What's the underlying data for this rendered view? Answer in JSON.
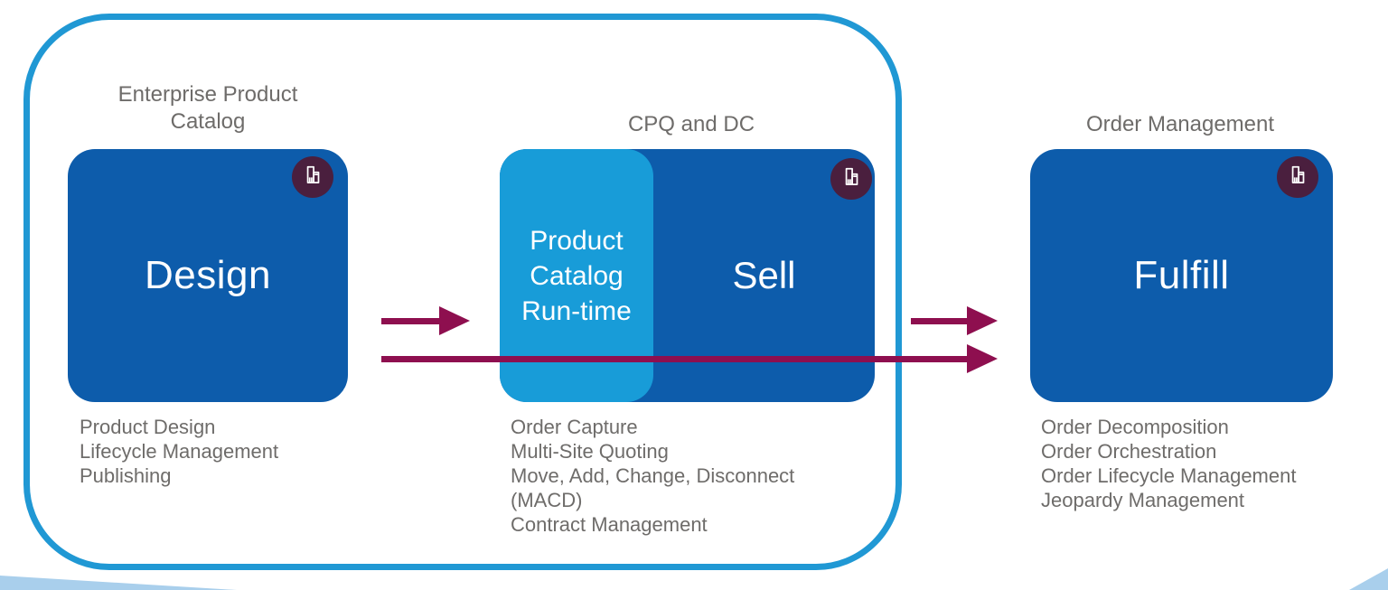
{
  "palette": {
    "dark_blue": "#0D5CAB",
    "light_blue": "#189CD8",
    "border_blue": "#2098D4",
    "maroon": "#8E0F4F",
    "badge_plum": "#4A1F3E",
    "gray_text": "#6E6C6A",
    "swoosh_blue": "#A9CFEC",
    "box_text": "#FFFFFF"
  },
  "columns": [
    {
      "label": "Enterprise Product Catalog",
      "box": {
        "title": "Design"
      },
      "items": [
        "Product Design",
        "Lifecycle Management",
        "Publishing"
      ]
    },
    {
      "label": "CPQ and DC",
      "box": {
        "left_title": "Product Catalog Run-time",
        "right_title": "Sell"
      },
      "items": [
        "Order Capture",
        "Multi-Site Quoting",
        "Move, Add, Change, Disconnect (MACD)",
        "Contract Management"
      ]
    },
    {
      "label": "Order Management",
      "box": {
        "title": "Fulfill"
      },
      "items": [
        "Order Decomposition",
        "Order Orchestration",
        "Order Lifecycle Management",
        "Jeopardy Management"
      ]
    }
  ],
  "icons": {
    "badge": "company-buildings-icon"
  }
}
